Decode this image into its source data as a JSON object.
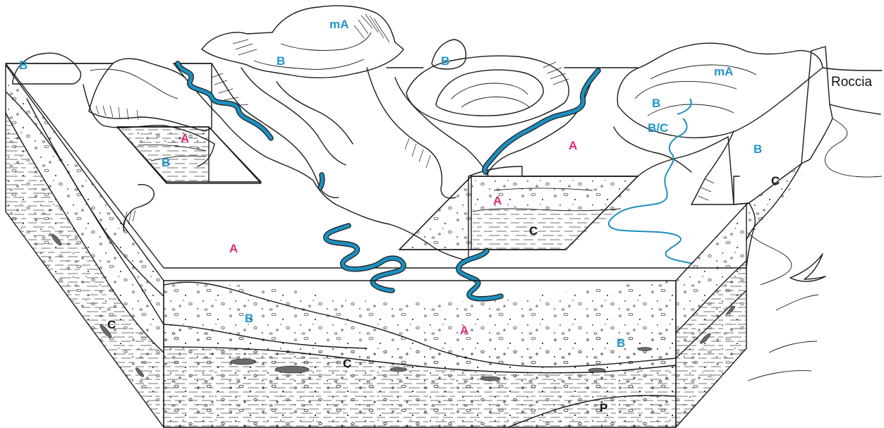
{
  "labels": {
    "A": "A",
    "B": "B",
    "C": "C",
    "P": "P",
    "mA": "mA",
    "BC": "B/C",
    "roccia": "Roccia"
  },
  "colors": {
    "A": "#e0297a",
    "B": "#1e95c9",
    "river": "#1d8fbf",
    "lens": "#6b6b6b"
  }
}
